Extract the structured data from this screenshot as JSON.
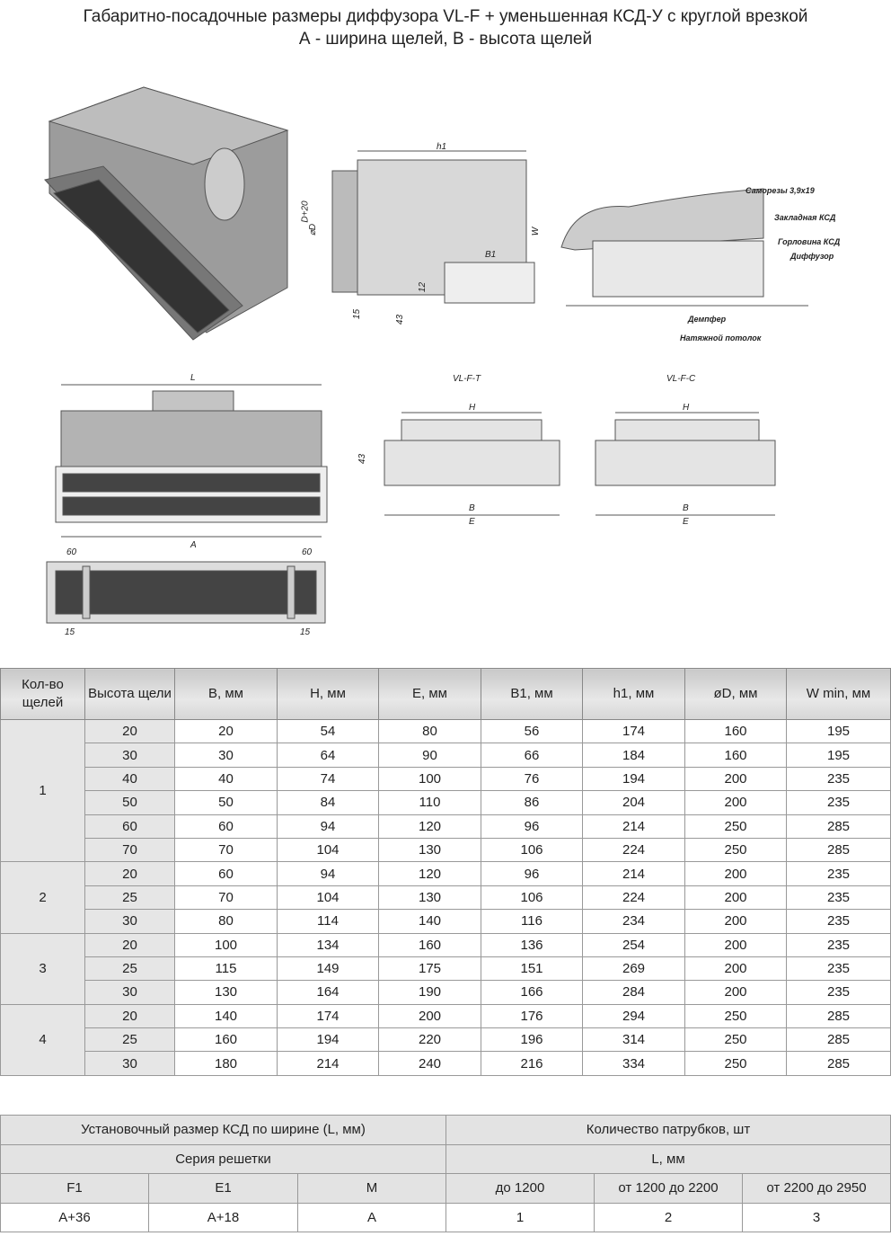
{
  "title": {
    "line1": "Габаритно-посадочные размеры диффузора VL-F + уменьшенная КСД-У с круглой врезкой",
    "line2": "А - ширина щелей, В - высота щелей"
  },
  "drawing_labels": {
    "h1": "h1",
    "d20": "D+20",
    "phiD": "⌀D",
    "W": "W",
    "B1": "B1",
    "d12": "12",
    "d15": "15",
    "d43": "43",
    "L": "L",
    "A": "A",
    "s60a": "60",
    "s60b": "60",
    "s15a": "15",
    "s15b": "15",
    "vlft": "VL-F-T",
    "vlfc": "VL-F-C",
    "H1": "H",
    "H2": "H",
    "h43": "43",
    "B_1": "B",
    "B_2": "B",
    "E_1": "E",
    "E_2": "E"
  },
  "callouts": [
    "Саморезы 3,9х19",
    "Закладная КСД",
    "Горловина КСД",
    "Диффузор",
    "Демпфер",
    "Натяжной потолок"
  ],
  "table1": {
    "headers": [
      "Кол-во щелей",
      "Высота щели",
      "B, мм",
      "H, мм",
      "E, мм",
      "B1, мм",
      "h1, мм",
      "øD, мм",
      "W min, мм"
    ],
    "groups": [
      {
        "slots": "1",
        "rows": [
          [
            "20",
            "20",
            "54",
            "80",
            "56",
            "174",
            "160",
            "195"
          ],
          [
            "30",
            "30",
            "64",
            "90",
            "66",
            "184",
            "160",
            "195"
          ],
          [
            "40",
            "40",
            "74",
            "100",
            "76",
            "194",
            "200",
            "235"
          ],
          [
            "50",
            "50",
            "84",
            "110",
            "86",
            "204",
            "200",
            "235"
          ],
          [
            "60",
            "60",
            "94",
            "120",
            "96",
            "214",
            "250",
            "285"
          ],
          [
            "70",
            "70",
            "104",
            "130",
            "106",
            "224",
            "250",
            "285"
          ]
        ]
      },
      {
        "slots": "2",
        "rows": [
          [
            "20",
            "60",
            "94",
            "120",
            "96",
            "214",
            "200",
            "235"
          ],
          [
            "25",
            "70",
            "104",
            "130",
            "106",
            "224",
            "200",
            "235"
          ],
          [
            "30",
            "80",
            "114",
            "140",
            "116",
            "234",
            "200",
            "235"
          ]
        ]
      },
      {
        "slots": "3",
        "rows": [
          [
            "20",
            "100",
            "134",
            "160",
            "136",
            "254",
            "200",
            "235"
          ],
          [
            "25",
            "115",
            "149",
            "175",
            "151",
            "269",
            "200",
            "235"
          ],
          [
            "30",
            "130",
            "164",
            "190",
            "166",
            "284",
            "200",
            "235"
          ]
        ]
      },
      {
        "slots": "4",
        "rows": [
          [
            "20",
            "140",
            "174",
            "200",
            "176",
            "294",
            "250",
            "285"
          ],
          [
            "25",
            "160",
            "194",
            "220",
            "196",
            "314",
            "250",
            "285"
          ],
          [
            "30",
            "180",
            "214",
            "240",
            "216",
            "334",
            "250",
            "285"
          ]
        ]
      }
    ]
  },
  "table2": {
    "left_header": "Установочный размер КСД по ширине (L, мм)",
    "right_header": "Количество патрубков, шт",
    "series_label": "Серия решетки",
    "l_label": "L, мм",
    "series": [
      "F1",
      "E1",
      "M"
    ],
    "ranges": [
      "до 1200",
      "от 1200 до 2200",
      "от 2200 до 2950"
    ],
    "sizes": [
      "A+36",
      "A+18",
      "A"
    ],
    "counts": [
      "1",
      "2",
      "3"
    ]
  }
}
